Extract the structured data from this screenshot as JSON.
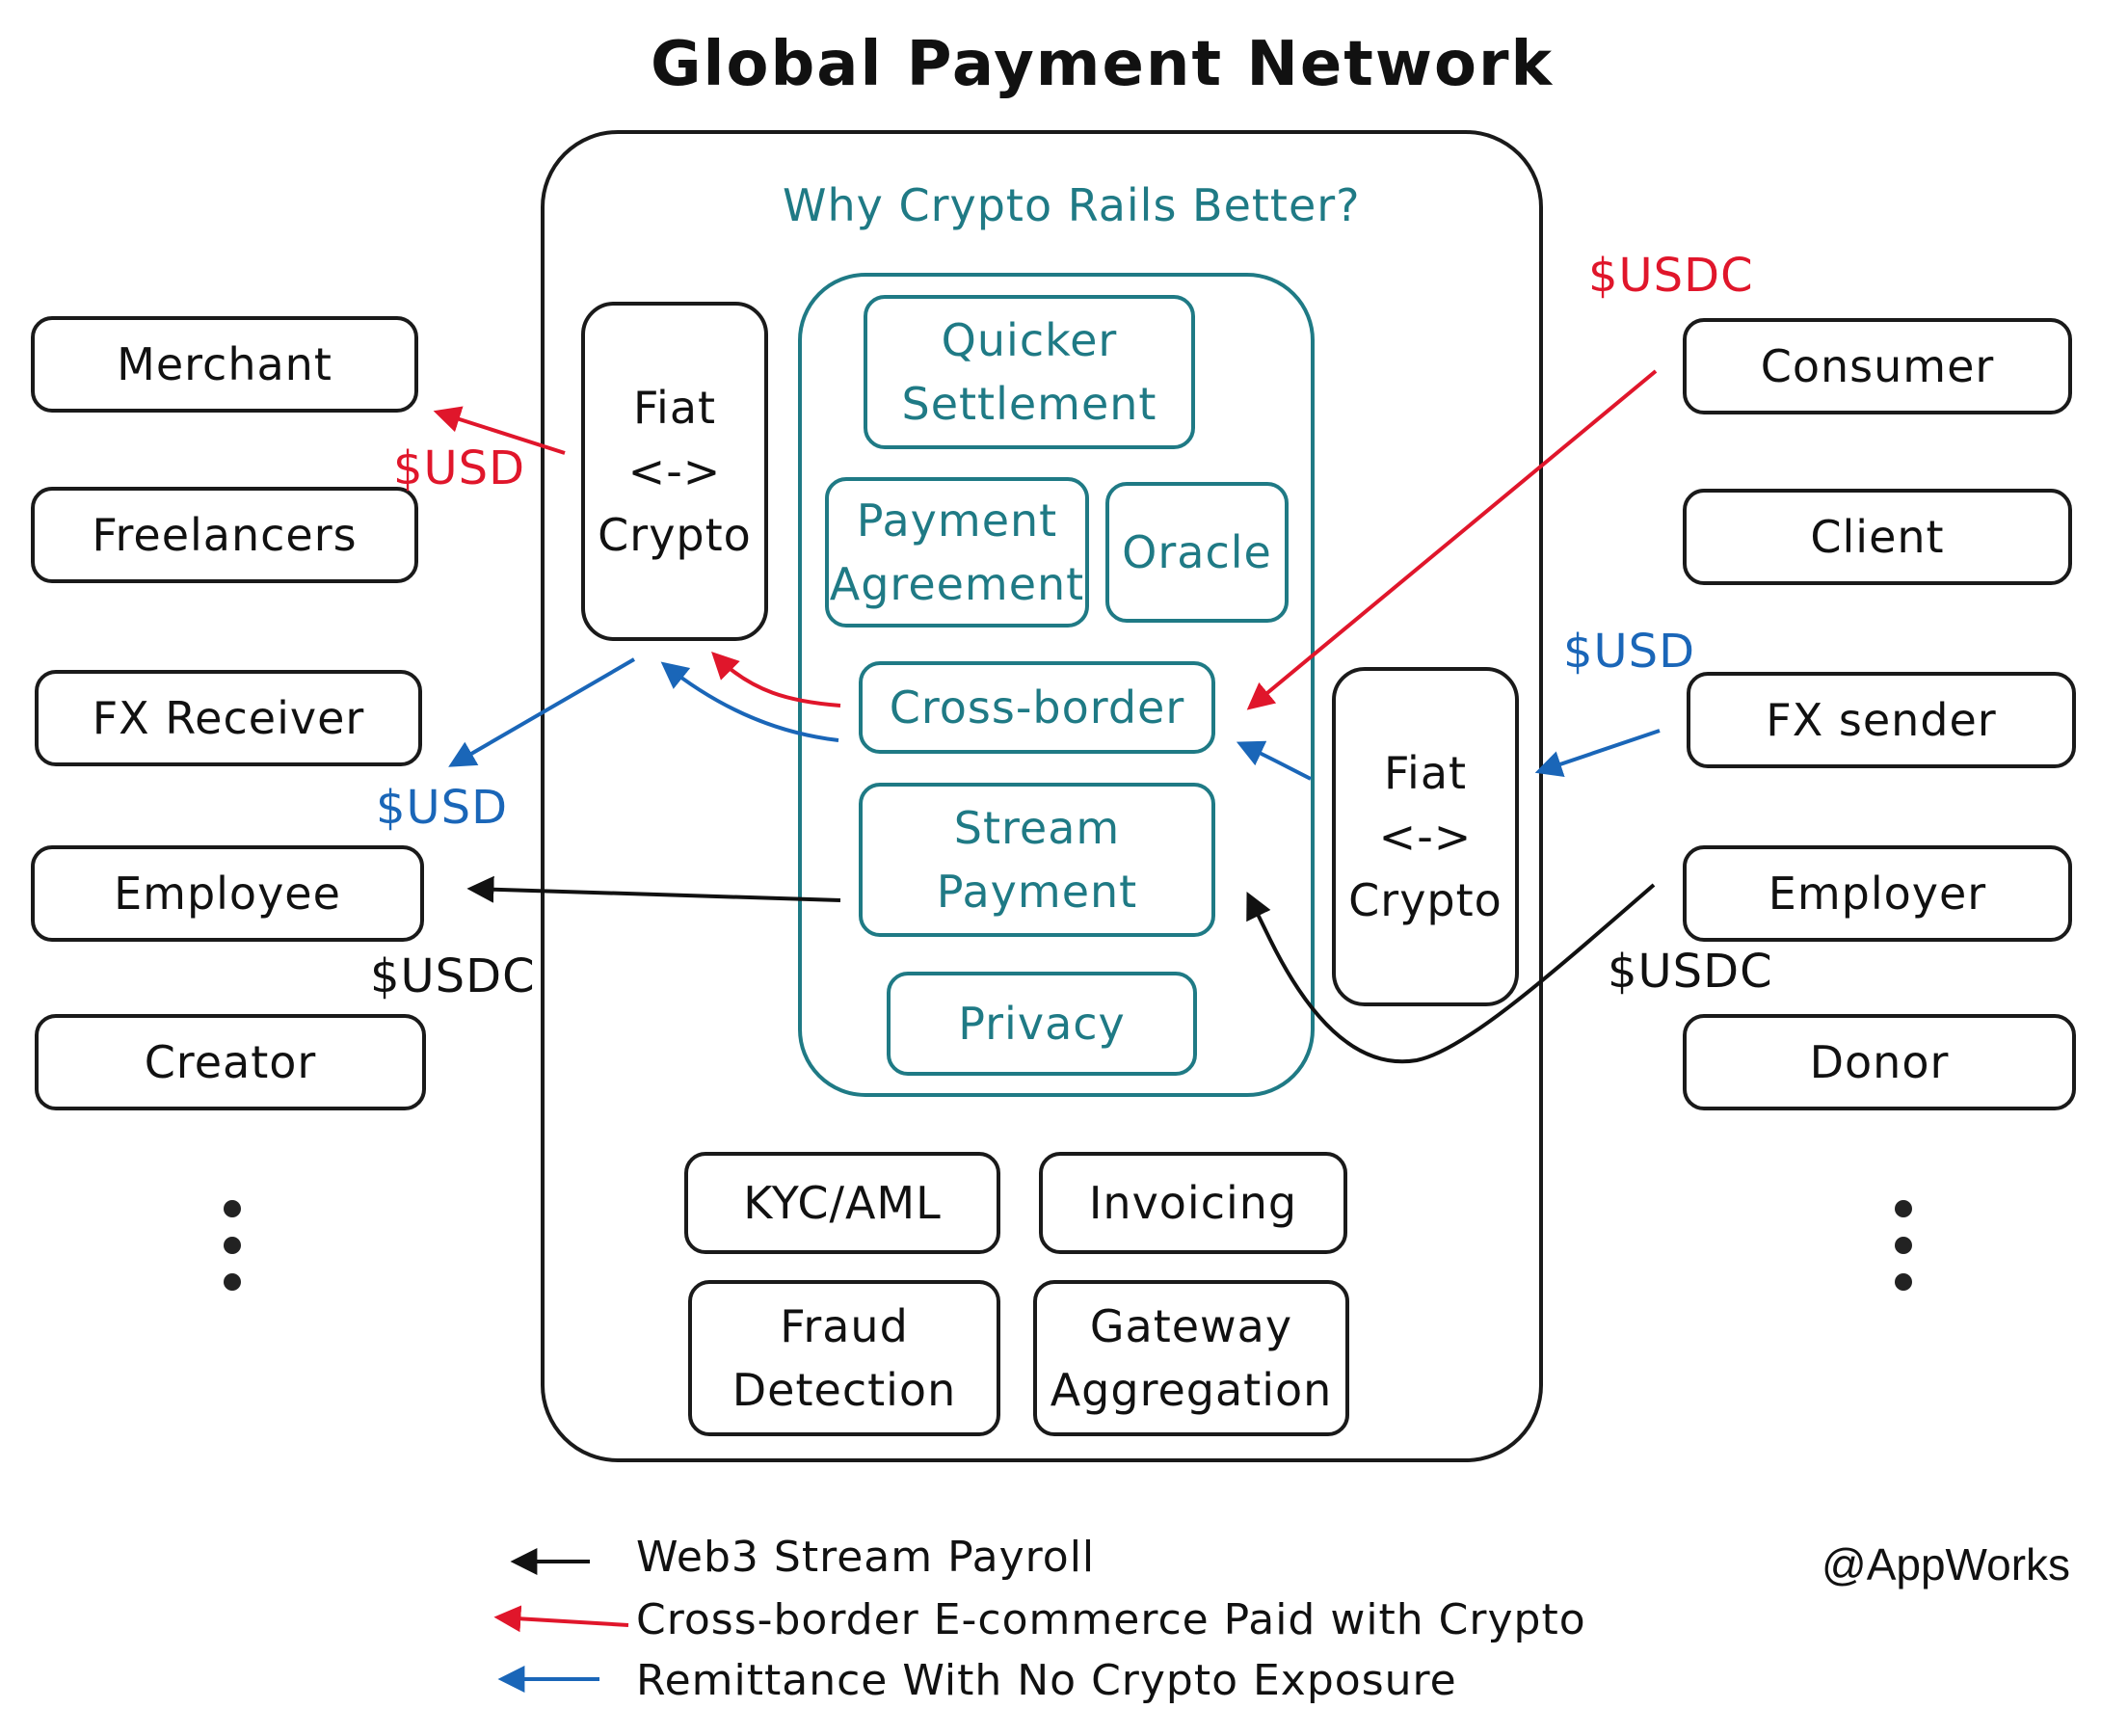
{
  "title": "Global Payment Network",
  "subtitle": "Why Crypto Rails Better?",
  "left_entities": [
    "Merchant",
    "Freelancers",
    "FX Receiver",
    "Employee",
    "Creator"
  ],
  "right_entities": [
    "Consumer",
    "Client",
    "FX sender",
    "Employer",
    "Donor"
  ],
  "fiat_crypto_left": [
    "Fiat",
    "<->",
    "Crypto"
  ],
  "fiat_crypto_right": [
    "Fiat",
    "<->",
    "Crypto"
  ],
  "features": {
    "quicker_settlement": [
      "Quicker",
      "Settlement"
    ],
    "payment_agreement": [
      "Payment",
      "Agreement"
    ],
    "oracle": "Oracle",
    "cross_border": "Cross-border",
    "stream_payment": [
      "Stream",
      "Payment"
    ],
    "privacy": "Privacy"
  },
  "services": {
    "kyc_aml": "KYC/AML",
    "invoicing": "Invoicing",
    "fraud_detection": [
      "Fraud",
      "Detection"
    ],
    "gateway_aggregation": [
      "Gateway",
      "Aggregation"
    ]
  },
  "amounts": {
    "usdc_red": "$USDC",
    "usd_red": "$USD",
    "usd_blue_right": "$USD",
    "usd_blue_left": "$USD",
    "usdc_black_left": "$USDC",
    "usdc_black_right": "$USDC"
  },
  "legend": [
    {
      "label": "Web3 Stream Payroll",
      "color": "#111111"
    },
    {
      "label": "Cross-border E-commerce Paid with Crypto",
      "color": "#e0162b"
    },
    {
      "label": "Remittance With No Crypto Exposure",
      "color": "#1a66b8"
    }
  ],
  "credit": "@AppWorks",
  "colors": {
    "teal": "#1f7a85",
    "red": "#e0162b",
    "blue": "#1a66b8",
    "black": "#111111"
  }
}
